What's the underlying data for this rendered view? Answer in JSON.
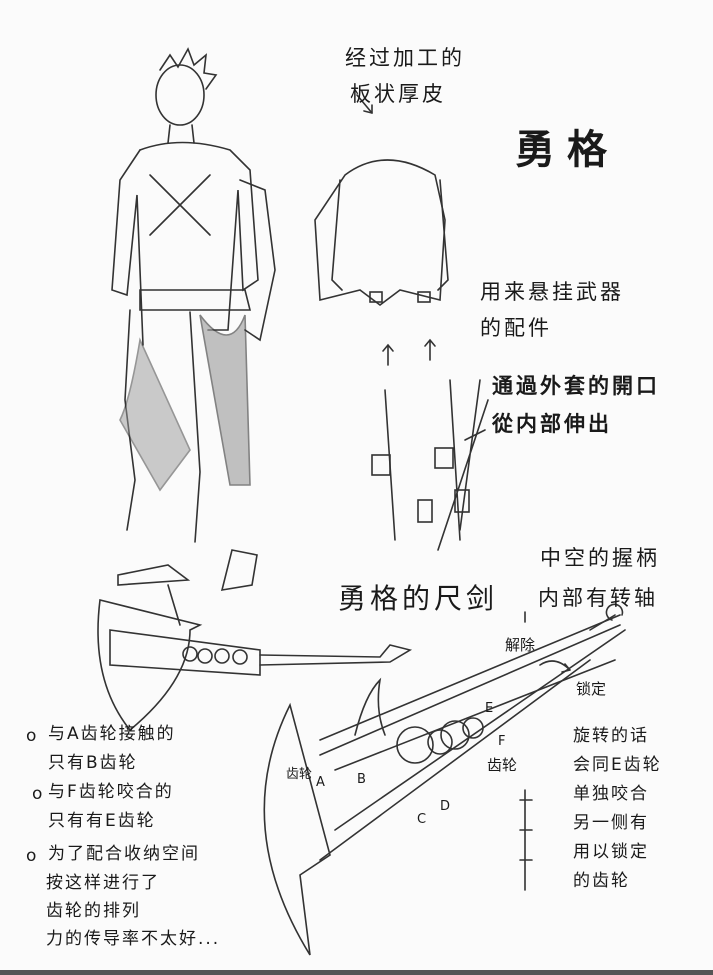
{
  "title": "勇格",
  "annotations": {
    "leather_line1": "经过加工的",
    "leather_line2": "板状厚皮",
    "hanger_line1": "用来悬挂武器",
    "hanger_line2": "的配件",
    "opening_line1": "通過外套的開口",
    "opening_line2": "從内部伸出"
  },
  "sword": {
    "title": "勇格的尺剑",
    "grip_line1": "中空的握柄",
    "grip_line2": "内部有转轴",
    "release": "解除",
    "lock": "锁定",
    "gear_label_left": "齿轮",
    "gear_label_right": "齿轮",
    "letters": {
      "a": "A",
      "b": "B",
      "c": "C",
      "d": "D",
      "e": "E",
      "f": "F"
    },
    "right_notes": [
      "旋转的话",
      "会同E齿轮",
      "单独咬合",
      "另一侧有",
      "用以锁定",
      "的齿轮"
    ]
  },
  "left_notes": [
    {
      "bullet": "o",
      "lines": [
        "与A齿轮接触的",
        "只有B齿轮"
      ]
    },
    {
      "bullet": "o",
      "lines": [
        "与F齿轮咬合的",
        "只有有E齿轮"
      ]
    },
    {
      "bullet": "o",
      "lines": [
        "为了配合收纳空间",
        "按这样进行了",
        "齿轮的排列",
        "力的传导率不太好..."
      ]
    }
  ]
}
